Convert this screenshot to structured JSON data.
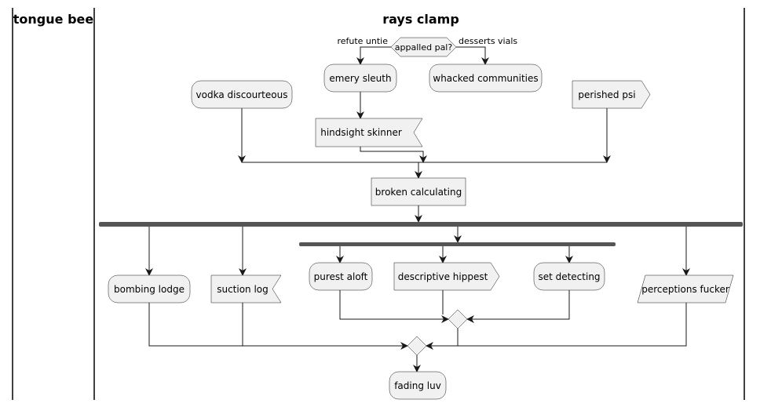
{
  "swimlanes": {
    "left_title": "tongue bee",
    "main_title": "rays clamp"
  },
  "decision": {
    "question": "appalled pal?",
    "left_guard": "refute untie",
    "right_guard": "desserts vials"
  },
  "nodes": {
    "emery_sleuth": "emery sleuth",
    "whacked_communities": "whacked communities",
    "vodka_discourteous": "vodka discourteous",
    "hindsight_skinner": "hindsight skinner",
    "perished_psi": "perished psi",
    "broken_calculating": "broken calculating",
    "bombing_lodge": "bombing lodge",
    "suction_log": "suction log",
    "purest_aloft": "purest aloft",
    "descriptive_hippest": "descriptive hippest",
    "set_detecting": "set detecting",
    "perceptions_fucker": "perceptions fucker",
    "fading_luv": "fading luv"
  },
  "colors": {
    "node_fill": "#f1f1f1",
    "line": "#181818",
    "fork_bar": "#555555"
  }
}
